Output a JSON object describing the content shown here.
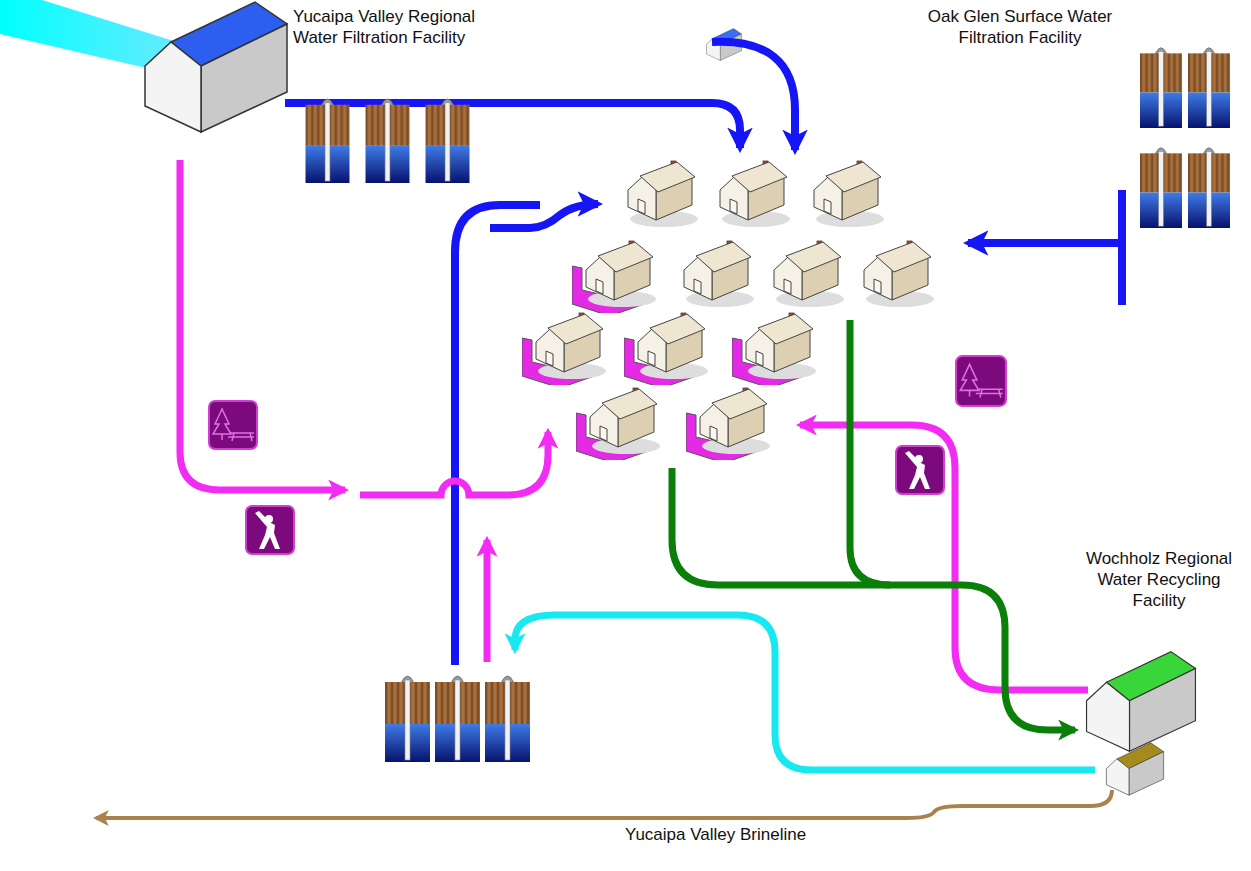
{
  "diagram": {
    "nodes": [
      {
        "text": [
          "Yucaipa Valley Regional Water Filtration Facility"
        ]
      },
      {
        "text": [
          "Oak Glen Surface Water Filtration Facility"
        ]
      },
      {
        "text": [
          "Wochholz Regional Water Recycling Facility"
        ]
      }
    ],
    "labels": [
      "Yucaipa Valley Brineline"
    ]
  }
}
